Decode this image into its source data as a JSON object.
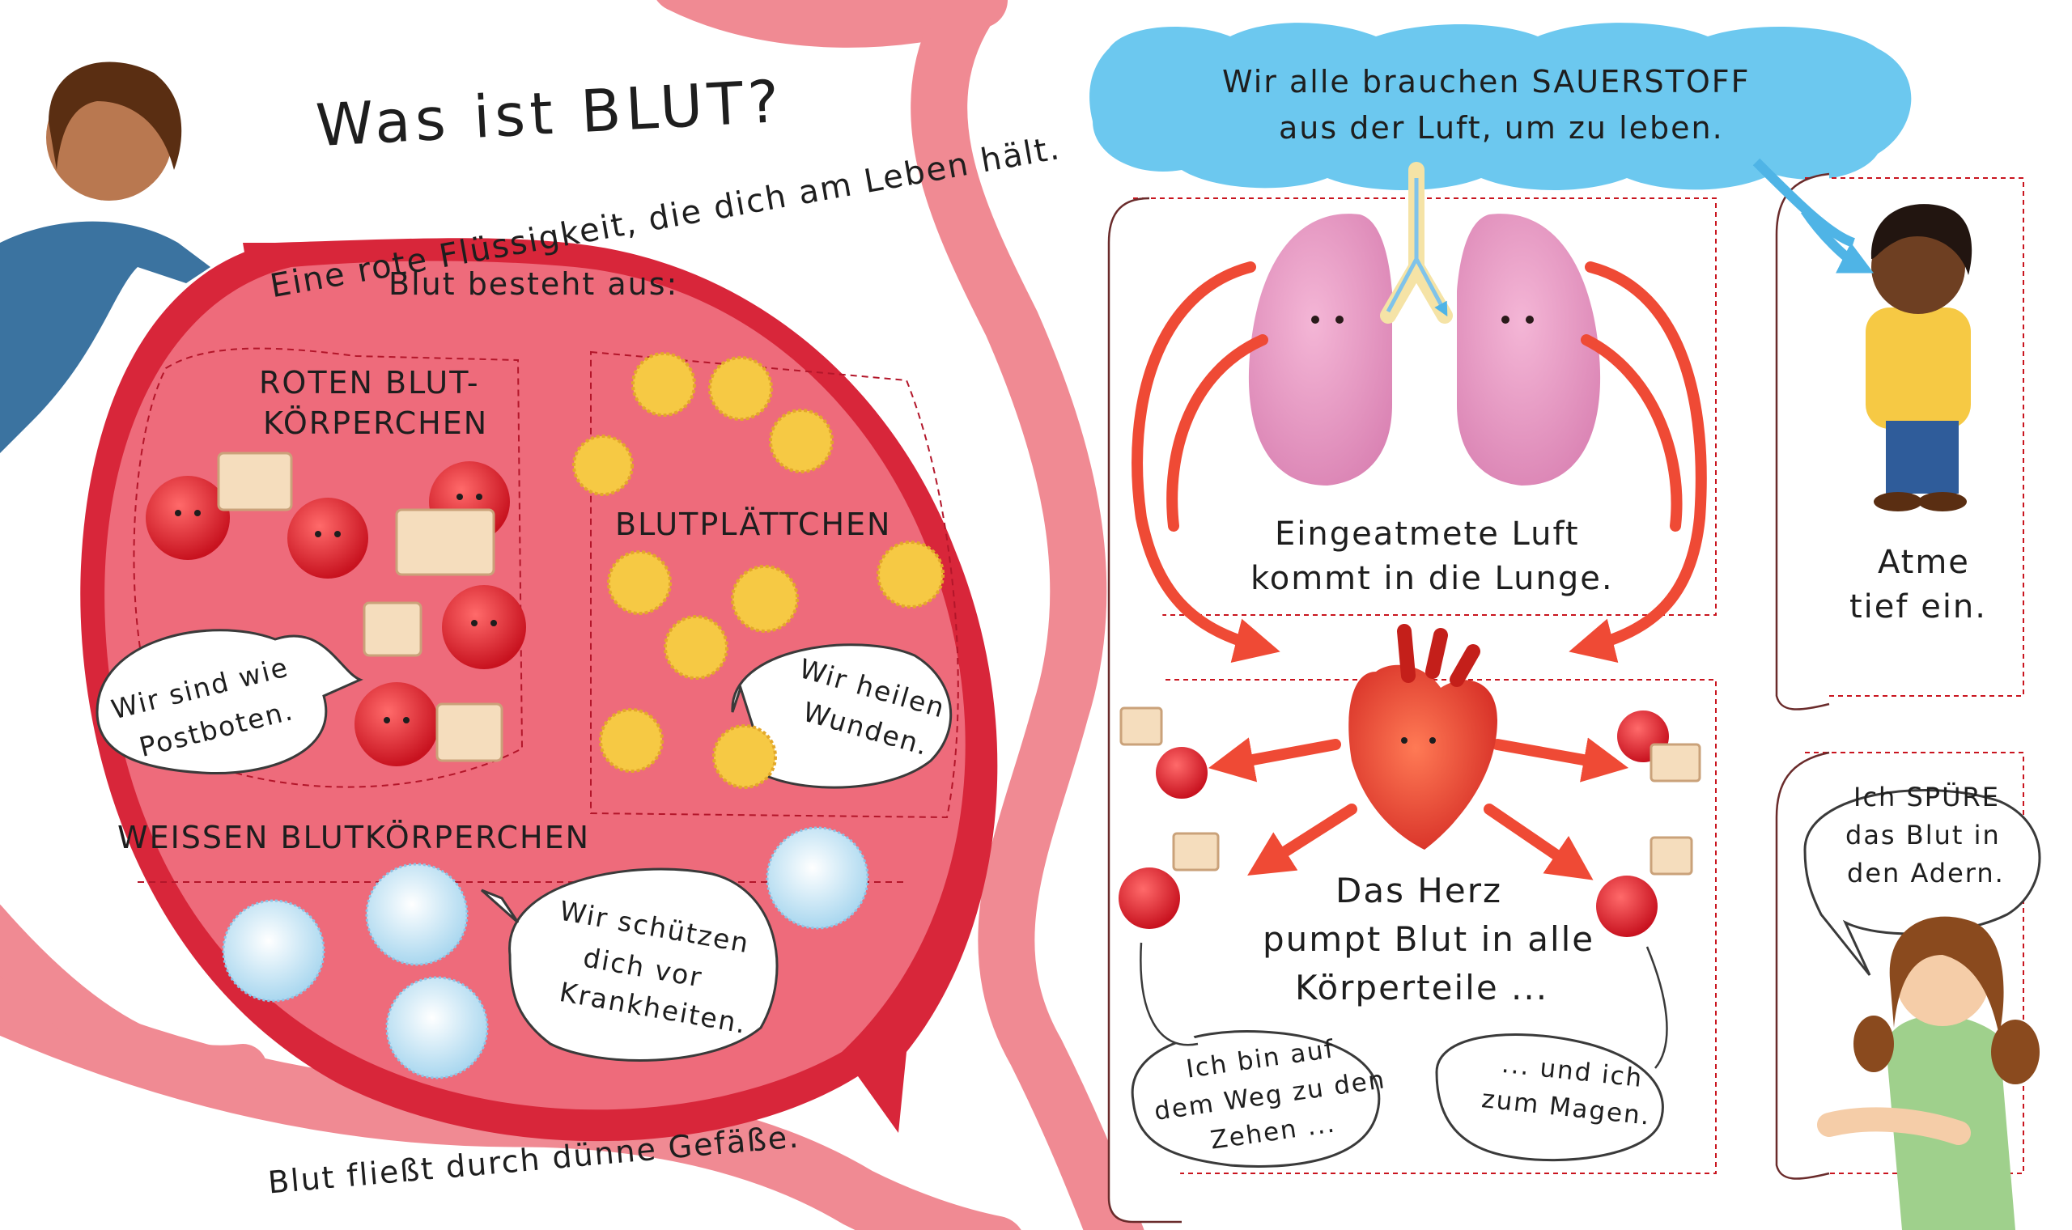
{
  "left_page": {
    "title": "Was ist BLUT?",
    "subtitle_arc": "Eine rote Flüssigkeit, die dich am Leben hält.",
    "consists_of": "Blut besteht aus:",
    "red_cells": {
      "heading_line1": "ROTEN BLUT-",
      "heading_line2": "KÖRPERCHEN",
      "bubble_line1": "Wir sind wie",
      "bubble_line2": "Postboten."
    },
    "platelets": {
      "heading": "BLUTPLÄTTCHEN",
      "bubble_line1": "Wir heilen",
      "bubble_line2": "Wunden."
    },
    "white_cells": {
      "heading": "WEISSEN BLUTKÖRPERCHEN",
      "bubble_line1": "Wir schützen",
      "bubble_line2": "dich vor",
      "bubble_line3": "Krankheiten."
    },
    "vessel_caption": "Blut fließt durch dünne Gefäße."
  },
  "right_page": {
    "cloud_line1": "Wir alle brauchen SAUERSTOFF",
    "cloud_line2": "aus der Luft, um zu leben.",
    "lungs_caption_line1": "Eingeatmete Luft",
    "lungs_caption_line2": "kommt in die Lunge.",
    "breathe_line1": "Atme",
    "breathe_line2": "tief ein.",
    "heart_caption_line1": "Das Herz",
    "heart_caption_line2": "pumpt Blut in alle",
    "heart_caption_line3": "Körperteile ...",
    "toe_bubble_line1": "Ich bin auf",
    "toe_bubble_line2": "dem Weg zu den",
    "toe_bubble_line3": "Zehen ...",
    "stomach_bubble_line1": "... und ich",
    "stomach_bubble_line2": "zum Magen.",
    "feel_line1": "Ich SPÜRE",
    "feel_line2": "das Blut in",
    "feel_line3": "den Adern."
  },
  "colors": {
    "blood_red": "#d8263a",
    "blood_pink": "#ee6b7b",
    "vessel_pink": "#f08a93",
    "cloud_blue": "#6cc8ef",
    "arrow_red": "#ef4a35",
    "platelet_yellow": "#f6c944",
    "lung_pink": "#e89ac4"
  }
}
